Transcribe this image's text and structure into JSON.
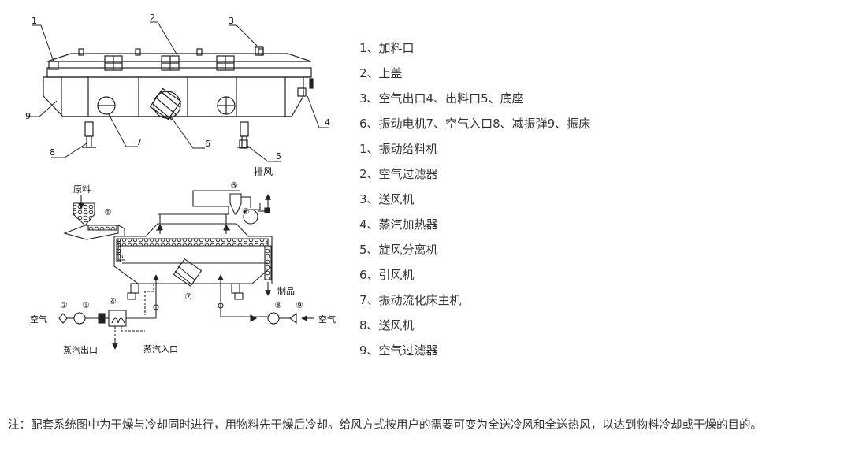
{
  "diagram": {
    "top_callouts": [
      "1",
      "2",
      "3",
      "4",
      "5",
      "6",
      "7",
      "8",
      "9"
    ],
    "exhaust_label": "排风",
    "raw_material_label": "原料",
    "product_label": "制品",
    "air_left_label": "空气",
    "air_right_label": "空气",
    "steam_outlet_label": "蒸汽出口",
    "steam_inlet_label": "蒸汽入口",
    "circled_numbers": [
      "①",
      "②",
      "③",
      "④",
      "⑤",
      "⑥",
      "⑦",
      "⑧",
      "⑨"
    ]
  },
  "legend": {
    "items": [
      "1、加料口",
      "2、上盖",
      "3、空气出口4、出料口5、底座",
      "6、振动电机7、空气入口8、减振弹9、振床",
      "1、振动给料机",
      "2、空气过滤器",
      "3、送风机",
      "4、蒸汽加热器",
      "5、旋风分离机",
      "6、引风机",
      "7、振动流化床主机",
      "8、送风机",
      "9、空气过滤器"
    ]
  },
  "note": "注：配套系统图中为干燥与冷却同时进行，用物料先干燥后冷却。给风方式按用户的需要可变为全送冷风和全送热风，以达到物料冷却或干燥的目的。"
}
